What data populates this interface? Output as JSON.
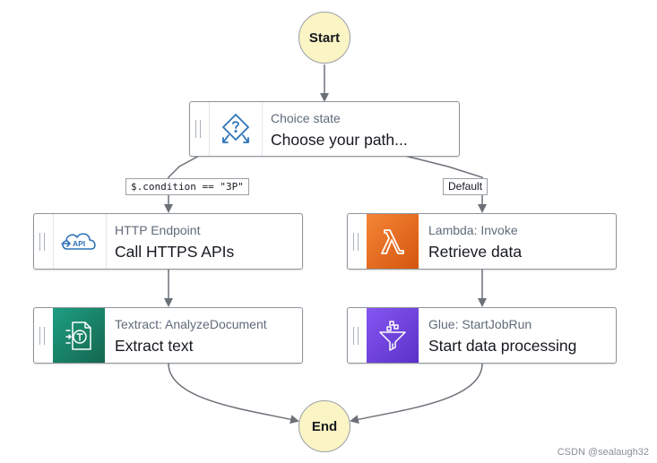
{
  "start": {
    "label": "Start"
  },
  "end": {
    "label": "End"
  },
  "nodes": {
    "choice": {
      "type": "Choice state",
      "title": "Choose your path..."
    },
    "http": {
      "type": "HTTP Endpoint",
      "title": "Call HTTPS APIs",
      "icon": "api-cloud-icon"
    },
    "lambda": {
      "type": "Lambda: Invoke",
      "title": "Retrieve data",
      "icon": "lambda-icon"
    },
    "textract": {
      "type": "Textract: AnalyzeDocument",
      "title": "Extract text",
      "icon": "textract-icon"
    },
    "glue": {
      "type": "Glue: StartJobRun",
      "title": "Start data processing",
      "icon": "glue-icon"
    }
  },
  "edges": {
    "condition_label": "$.condition == \"3P\"",
    "default_label": "Default"
  },
  "colors": {
    "circle_fill": "#fbf4c4",
    "edge": "#6c7178",
    "lambda": "#e8681d",
    "textract": "#1a8a6e",
    "glue": "#7044e8",
    "api_blue": "#2e73b8"
  },
  "watermark": "CSDN @sealaugh32"
}
